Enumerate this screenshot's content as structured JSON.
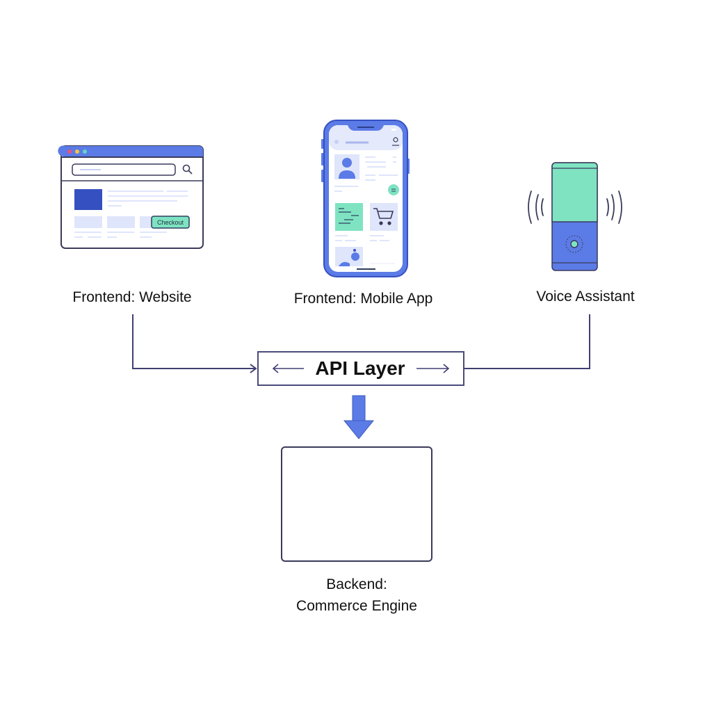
{
  "nodes": {
    "website": {
      "label": "Frontend: Website",
      "checkout_button": "Checkout"
    },
    "mobile": {
      "label": "Frontend: Mobile App"
    },
    "voice": {
      "label": "Voice Assistant"
    },
    "api": {
      "label": "API Layer"
    },
    "backend": {
      "label_line1": "Backend:",
      "label_line2": "Commerce Engine"
    }
  },
  "colors": {
    "line": "#3f3f72",
    "primary_blue": "#5b7be6",
    "dark_blue": "#3550c0",
    "mint": "#7fe3c2",
    "light_blue": "#dfe5fb"
  },
  "edges": [
    {
      "from": "website",
      "to": "api"
    },
    {
      "from": "voice",
      "to": "api"
    },
    {
      "from": "api",
      "to": "backend"
    }
  ]
}
